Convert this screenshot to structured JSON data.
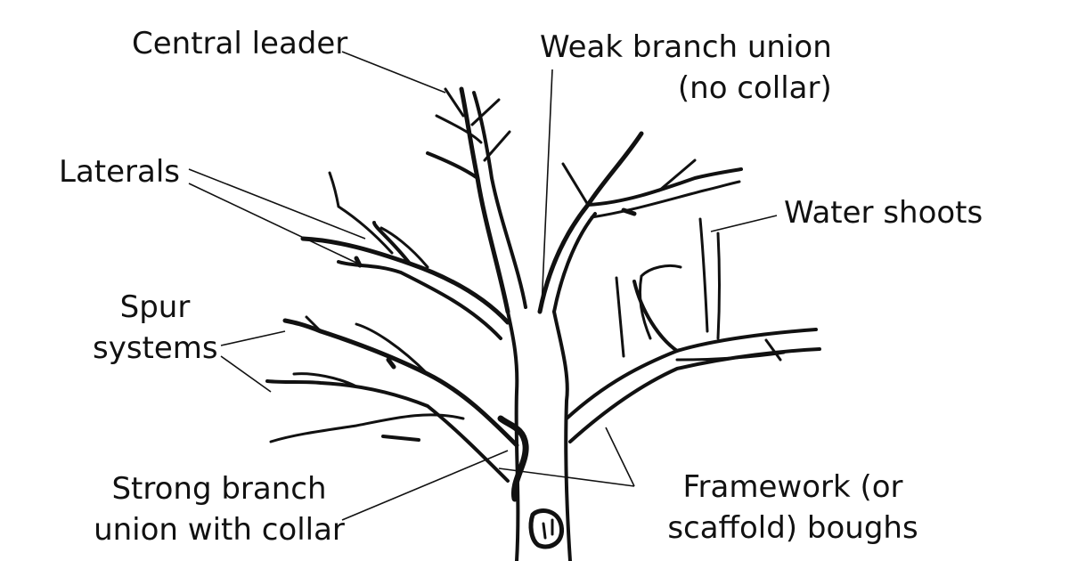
{
  "diagram": {
    "labels": {
      "central_leader": "Central leader",
      "weak_union": [
        "Weak branch union",
        "(no collar)"
      ],
      "laterals": "Laterals",
      "water_shoots": "Water shoots",
      "spur_systems": [
        "Spur",
        "systems"
      ],
      "strong_union": [
        "Strong branch",
        "union with collar"
      ],
      "framework": [
        "Framework (or",
        "scaffold) boughs"
      ]
    },
    "colors": {
      "ink": "#111111",
      "background": "#ffffff"
    }
  }
}
